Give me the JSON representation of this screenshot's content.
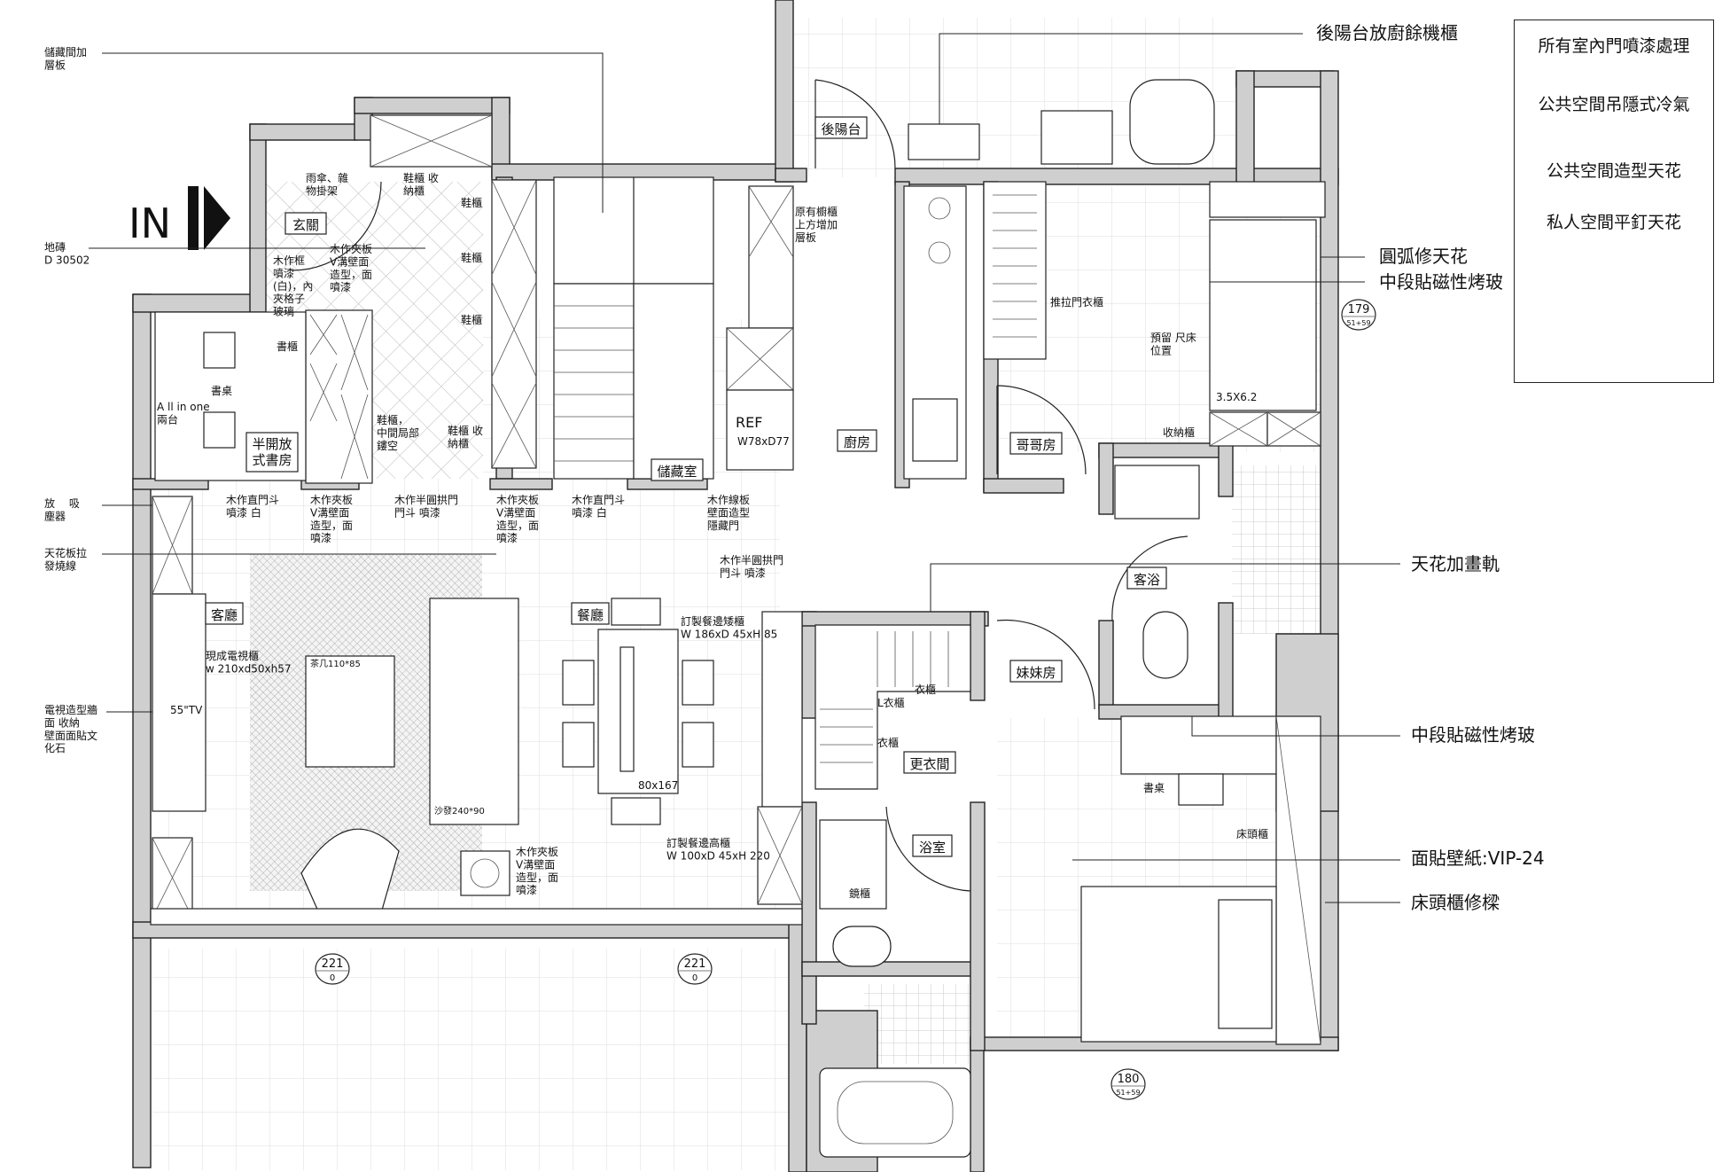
{
  "entry_mark": "IN",
  "rooms": {
    "foyer": "玄關",
    "study": "半開放\n式書房",
    "living": "客廳",
    "dining": "餐廳",
    "kitchen": "廚房",
    "storage": "儲藏室",
    "rear_balcony": "後陽台",
    "brother_room": "哥哥房",
    "guest_bath": "客浴",
    "sister_room": "妹妹房",
    "walk_in_closet": "更衣間",
    "bathroom": "浴室"
  },
  "left_callouts": {
    "storage_shelf": "儲藏間加\n層板",
    "floor_tile": "地磚\nD 30502",
    "vacuum": "放　 吸\n塵器",
    "ceiling_wire": "天花板拉\n發燒線",
    "tv_wall": "電視造型牆\n面 收納\n壁面面貼文\n化石"
  },
  "right_callouts": {
    "rear_cabinet": "後陽台放廚餘機櫃",
    "arc_ceiling": "圓弧修天花",
    "magnetic_glass_1": "中段貼磁性烤玻",
    "picture_rail": "天花加畫軌",
    "magnetic_glass_2": "中段貼磁性烤玻",
    "wallpaper": "面貼壁紙:VIP-24",
    "headboard_beam": "床頭櫃修樑"
  },
  "notes_box": [
    "所有室內門噴漆處理",
    "公共空間吊隱式冷氣",
    "公共空間造型天花",
    "私人空間平釘天花"
  ],
  "plan_labels": {
    "umbrella": "雨傘、雜\n物掛架",
    "shoe_storage": "鞋櫃 收\n納櫃",
    "shoe_1": "鞋櫃",
    "shoe_2": "鞋櫃",
    "shoe_3": "鞋櫃",
    "wood_frame": "木作框\n噴漆\n(白)，內\n夾格子\n玻璃",
    "plywood_wall": "木作夾板\nV溝壁面\n造型，面\n噴漆",
    "bookshelf": "書櫃",
    "desk": "書桌",
    "all_in_one": "A ll in one\n兩台",
    "shoe_mid": "鞋櫃，\n中間局部\n鏤空",
    "shoe_storage_2": "鞋櫃 收\n納櫃",
    "door_1": "木作直門斗\n噴漆 白",
    "plywood_2": "木作夾板\nV溝壁面\n造型，面\n噴漆",
    "arch_door": "木作半圓拱門\n門斗 噴漆",
    "plywood_3": "木作夾板\nV溝壁面\n造型，面\n噴漆",
    "door_2": "木作直門斗\n噴漆 白",
    "hidden_door": "木作線板\n壁面造型\n隱藏門",
    "arch_door_2": "木作半圓拱門\n門斗 噴漆",
    "existing_cab": "原有櫥櫃\n上方增加\n層板",
    "ref_label": "REF",
    "ref_size": "W78xD77",
    "sliding_closet": "推拉門衣櫃",
    "reserve_bed": "預留 尺床\n位置",
    "bed_size": "3.5X6.2",
    "storage_cab": "收納櫃",
    "tv_cabinet": "現成電視櫃\nw 210xd50xh57",
    "tv_size": "55\"TV",
    "coffee_table": "茶几110*85",
    "sofa_size": "沙發240*90",
    "low_cab": "訂製餐邊矮櫃\nW 186xD 45xH 85",
    "table_size": "80x167",
    "tall_cab": "訂製餐邊高櫃\nW 100xD 45xH 220",
    "plywood_4": "木作夾板\nV溝壁面\n造型，面\n噴漆",
    "closet_1": "衣櫃",
    "l_closet": "L衣櫃",
    "closet_2": "衣櫃",
    "mirror_cab": "鏡櫃",
    "desk_2": "書桌",
    "headboard": "床頭櫃"
  },
  "section_marks": [
    {
      "num": "179",
      "sub": "51+59"
    },
    {
      "num": "221",
      "sub": "0"
    },
    {
      "num": "221",
      "sub": "0"
    },
    {
      "num": "180",
      "sub": "51+59"
    }
  ]
}
